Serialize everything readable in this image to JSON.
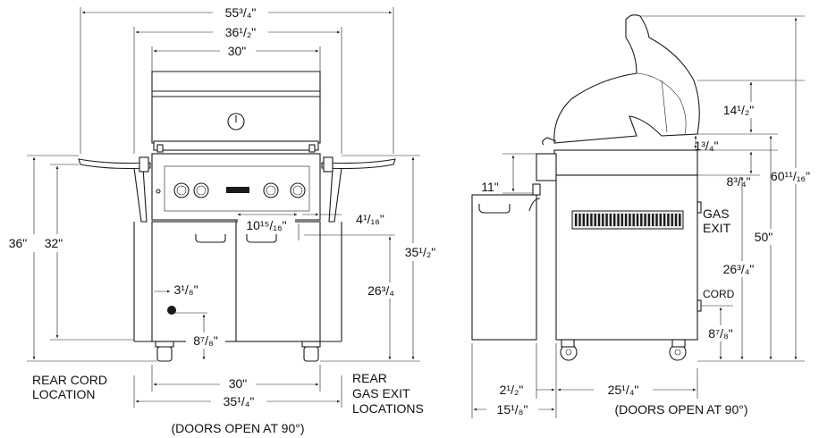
{
  "front": {
    "dims": {
      "overall_width": "55³/₄\"",
      "cart_width": "36¹/₂\"",
      "grill_width": "30\"",
      "height_36": "36\"",
      "height_32": "32\"",
      "burner_offset": "10¹⁵/₁₆\"",
      "gas_offset": "4¹/₁₆\"",
      "height_35": "35¹/₂\"",
      "height_26": "26³/₄",
      "cord_x": "3¹/₈\"",
      "cord_y": "8⁷/₈\"",
      "base_width": "30\"",
      "base_overall": "35¹/₄\""
    },
    "labels": {
      "rear_cord": [
        "REAR CORD",
        "LOCATION"
      ],
      "rear_gas": [
        "REAR",
        "GAS EXIT",
        "LOCATIONS"
      ],
      "doors_note": "(DOORS OPEN AT 90°)"
    }
  },
  "side": {
    "dims": {
      "height_11": "11\"",
      "hood_14": "14¹/₂\"",
      "hood_1": "1³/₄\"",
      "h_8_34": "8³/₄\"",
      "h_60": "60¹¹/₁₆\"",
      "h_50": "50\"",
      "h_26": "26³/₄\"",
      "h_8_78": "8⁷/₈\"",
      "depth_2": "2¹/₂\"",
      "depth_25": "25¹/₄\"",
      "depth_15": "15¹/₈\""
    },
    "labels": {
      "gas_exit": [
        "GAS",
        "EXIT"
      ],
      "cord": "CORD",
      "doors_note": "(DOORS OPEN AT 90°)"
    }
  }
}
